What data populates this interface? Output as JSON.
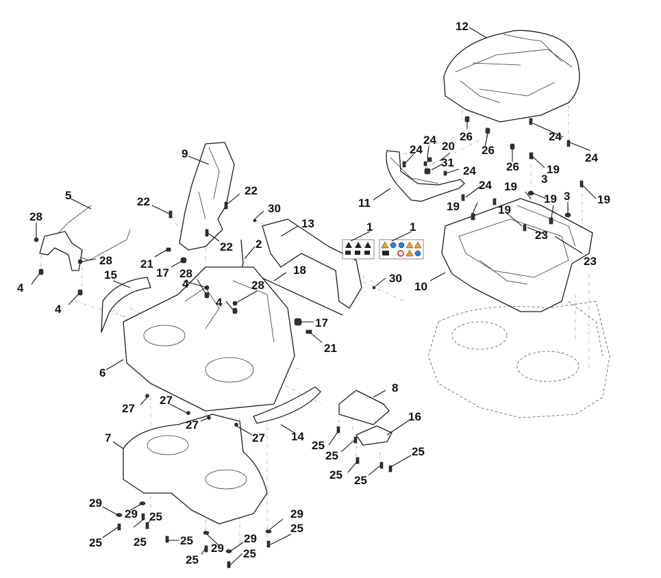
{
  "diagram": {
    "title": "Exploded parts view - mower deck and housing",
    "callouts": [
      {
        "id": "c1a",
        "label": "1"
      },
      {
        "id": "c1b",
        "label": "1"
      },
      {
        "id": "c2",
        "label": "2"
      },
      {
        "id": "c3a",
        "label": "3"
      },
      {
        "id": "c3b",
        "label": "3"
      },
      {
        "id": "c4a",
        "label": "4"
      },
      {
        "id": "c4b",
        "label": "4"
      },
      {
        "id": "c4c",
        "label": "4"
      },
      {
        "id": "c4d",
        "label": "4"
      },
      {
        "id": "c5",
        "label": "5"
      },
      {
        "id": "c6",
        "label": "6"
      },
      {
        "id": "c7",
        "label": "7"
      },
      {
        "id": "c8",
        "label": "8"
      },
      {
        "id": "c9",
        "label": "9"
      },
      {
        "id": "c10",
        "label": "10"
      },
      {
        "id": "c11",
        "label": "11"
      },
      {
        "id": "c12",
        "label": "12"
      },
      {
        "id": "c13",
        "label": "13"
      },
      {
        "id": "c14",
        "label": "14"
      },
      {
        "id": "c15",
        "label": "15"
      },
      {
        "id": "c16",
        "label": "16"
      },
      {
        "id": "c17a",
        "label": "17"
      },
      {
        "id": "c17b",
        "label": "17"
      },
      {
        "id": "c18",
        "label": "18"
      },
      {
        "id": "c19a",
        "label": "19"
      },
      {
        "id": "c19b",
        "label": "19"
      },
      {
        "id": "c19c",
        "label": "19"
      },
      {
        "id": "c19d",
        "label": "19"
      },
      {
        "id": "c19e",
        "label": "19"
      },
      {
        "id": "c19f",
        "label": "19"
      },
      {
        "id": "c20",
        "label": "20"
      },
      {
        "id": "c21a",
        "label": "21"
      },
      {
        "id": "c21b",
        "label": "21"
      },
      {
        "id": "c22a",
        "label": "22"
      },
      {
        "id": "c22b",
        "label": "22"
      },
      {
        "id": "c22c",
        "label": "22"
      },
      {
        "id": "c23a",
        "label": "23"
      },
      {
        "id": "c23b",
        "label": "23"
      },
      {
        "id": "c24a",
        "label": "24"
      },
      {
        "id": "c24b",
        "label": "24"
      },
      {
        "id": "c24c",
        "label": "24"
      },
      {
        "id": "c24d",
        "label": "24"
      },
      {
        "id": "c24e",
        "label": "24"
      },
      {
        "id": "c24f",
        "label": "24"
      },
      {
        "id": "c25a",
        "label": "25"
      },
      {
        "id": "c25b",
        "label": "25"
      },
      {
        "id": "c25c",
        "label": "25"
      },
      {
        "id": "c25d",
        "label": "25"
      },
      {
        "id": "c25e",
        "label": "25"
      },
      {
        "id": "c25f",
        "label": "25"
      },
      {
        "id": "c25g",
        "label": "25"
      },
      {
        "id": "c25h",
        "label": "25"
      },
      {
        "id": "c25i",
        "label": "25"
      },
      {
        "id": "c25j",
        "label": "25"
      },
      {
        "id": "c25k",
        "label": "25"
      },
      {
        "id": "c25l",
        "label": "25"
      },
      {
        "id": "c26a",
        "label": "26"
      },
      {
        "id": "c26b",
        "label": "26"
      },
      {
        "id": "c26c",
        "label": "26"
      },
      {
        "id": "c27a",
        "label": "27"
      },
      {
        "id": "c27b",
        "label": "27"
      },
      {
        "id": "c27c",
        "label": "27"
      },
      {
        "id": "c27d",
        "label": "27"
      },
      {
        "id": "c28a",
        "label": "28"
      },
      {
        "id": "c28b",
        "label": "28"
      },
      {
        "id": "c28c",
        "label": "28"
      },
      {
        "id": "c28d",
        "label": "28"
      },
      {
        "id": "c29a",
        "label": "29"
      },
      {
        "id": "c29b",
        "label": "29"
      },
      {
        "id": "c29c",
        "label": "29"
      },
      {
        "id": "c29d",
        "label": "29"
      },
      {
        "id": "c29e",
        "label": "29"
      },
      {
        "id": "c30a",
        "label": "30"
      },
      {
        "id": "c30b",
        "label": "30"
      },
      {
        "id": "c31",
        "label": "31"
      }
    ],
    "decals": {
      "left": {
        "icons": [
          "warning",
          "warning",
          "warning",
          "manual",
          "operator",
          "debris"
        ]
      },
      "right": {
        "icons": [
          "warning",
          "ear-protection",
          "helmet",
          "warning",
          "warning",
          "bystander-distance",
          "no-hands",
          "warning",
          "eye-protection"
        ]
      }
    },
    "colors": {
      "line": "#1a1a1a",
      "callout_text": "#111111",
      "warning_yellow": "#f0a020",
      "mandatory_blue": "#2a7fd0",
      "prohibit_red": "#d02020"
    }
  }
}
